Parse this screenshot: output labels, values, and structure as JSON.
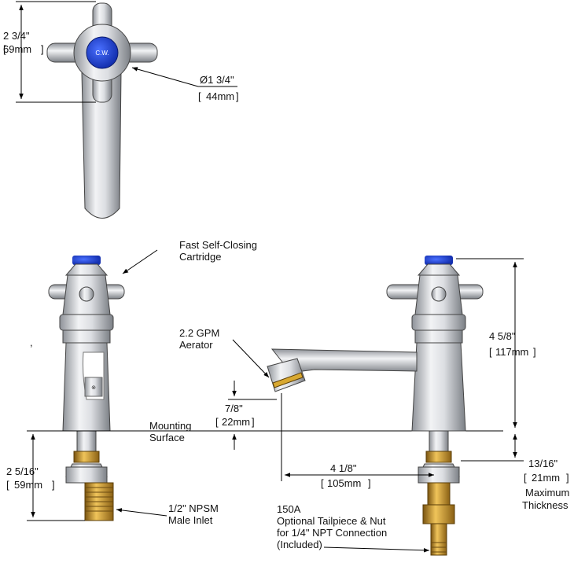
{
  "badge": {
    "text": "C.W."
  },
  "top_view": {
    "height": {
      "imperial": "2 3/4\"",
      "metric": "69mm"
    },
    "diameter": {
      "imperial": "Ø1 3/4\"",
      "metric": "44mm"
    }
  },
  "front_view": {
    "cartridge": {
      "line1": "Fast Self-Closing",
      "line2": "Cartridge"
    },
    "mounting": {
      "line1": "Mounting",
      "line2": "Surface"
    },
    "below_height": {
      "imperial": "2 5/16\"",
      "metric": "59mm"
    },
    "inlet": {
      "line1": "1/2\" NPSM",
      "line2": "Male Inlet"
    }
  },
  "side_view": {
    "aerator": {
      "line1": "2.2 GPM",
      "line2": "Aerator"
    },
    "aerator_height": {
      "imperial": "7/8\"",
      "metric": "22mm"
    },
    "overall_height": {
      "imperial": "4 5/8\"",
      "metric": "117mm"
    },
    "reach": {
      "imperial": "4 1/8\"",
      "metric": "105mm"
    },
    "thickness": {
      "imperial": "13/16\"",
      "metric": "21mm",
      "line1": "Maximum",
      "line2": "Thickness"
    },
    "tailpiece": {
      "line1": "150A",
      "line2": "Optional Tailpiece & Nut",
      "line3": "for 1/4\" NPT Connection",
      "line4": "(Included)"
    }
  },
  "colors": {
    "chrome": "#d9dbe0",
    "brass": "#c8962c",
    "blue": "#1e3fd8",
    "line": "#000000"
  }
}
